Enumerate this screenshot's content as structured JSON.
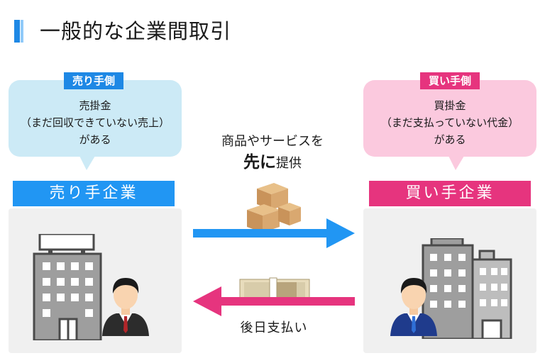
{
  "title": "一般的な企業間取引",
  "seller": {
    "tag": "売り手側",
    "bubble_line1": "売掛金",
    "bubble_line2": "（まだ回収できていない売上）",
    "bubble_line3": "がある",
    "banner": "売り手企業"
  },
  "buyer": {
    "tag": "買い手側",
    "bubble_line1": "買掛金",
    "bubble_line2": "（まだ支払っていない代金）",
    "bubble_line3": "がある",
    "banner": "買い手企業"
  },
  "goods": {
    "line1": "商品やサービスを",
    "emphasis": "先に",
    "rest": "提供"
  },
  "payment": {
    "label": "後日支払い"
  },
  "colors": {
    "seller_accent": "#2196f3",
    "buyer_accent": "#e6347e",
    "seller_bubble": "#cceaf6",
    "buyer_bubble": "#fbc9de"
  },
  "icons": [
    "office-building-icon",
    "businessman-icon",
    "cardboard-boxes-icon",
    "banknote-stack-icon",
    "arrow-right-icon",
    "arrow-left-icon"
  ]
}
